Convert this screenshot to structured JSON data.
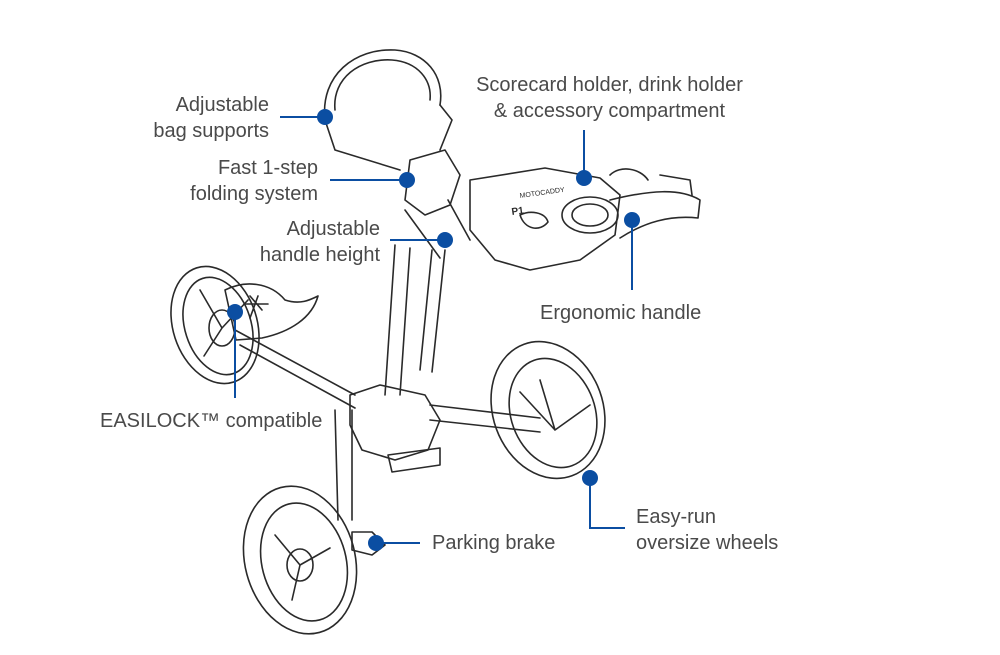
{
  "colors": {
    "accent": "#0b4ea2",
    "line": "#2a2a2a",
    "text": "#4a4a4a"
  },
  "callouts": {
    "bag_supports": [
      "Adjustable",
      "bag supports"
    ],
    "folding": [
      "Fast 1-step",
      "folding system"
    ],
    "handle_height": [
      "Adjustable",
      "handle height"
    ],
    "scorecard": [
      "Scorecard holder, drink holder",
      "& accessory compartment"
    ],
    "ergonomic": [
      "Ergonomic handle"
    ],
    "easilock": [
      "EASILOCK™ compatible"
    ],
    "wheels": [
      "Easy-run",
      "oversize wheels"
    ],
    "brake": [
      "Parking brake"
    ]
  },
  "product_mark": {
    "brand": "MOTOCADDY",
    "model": "P1"
  }
}
